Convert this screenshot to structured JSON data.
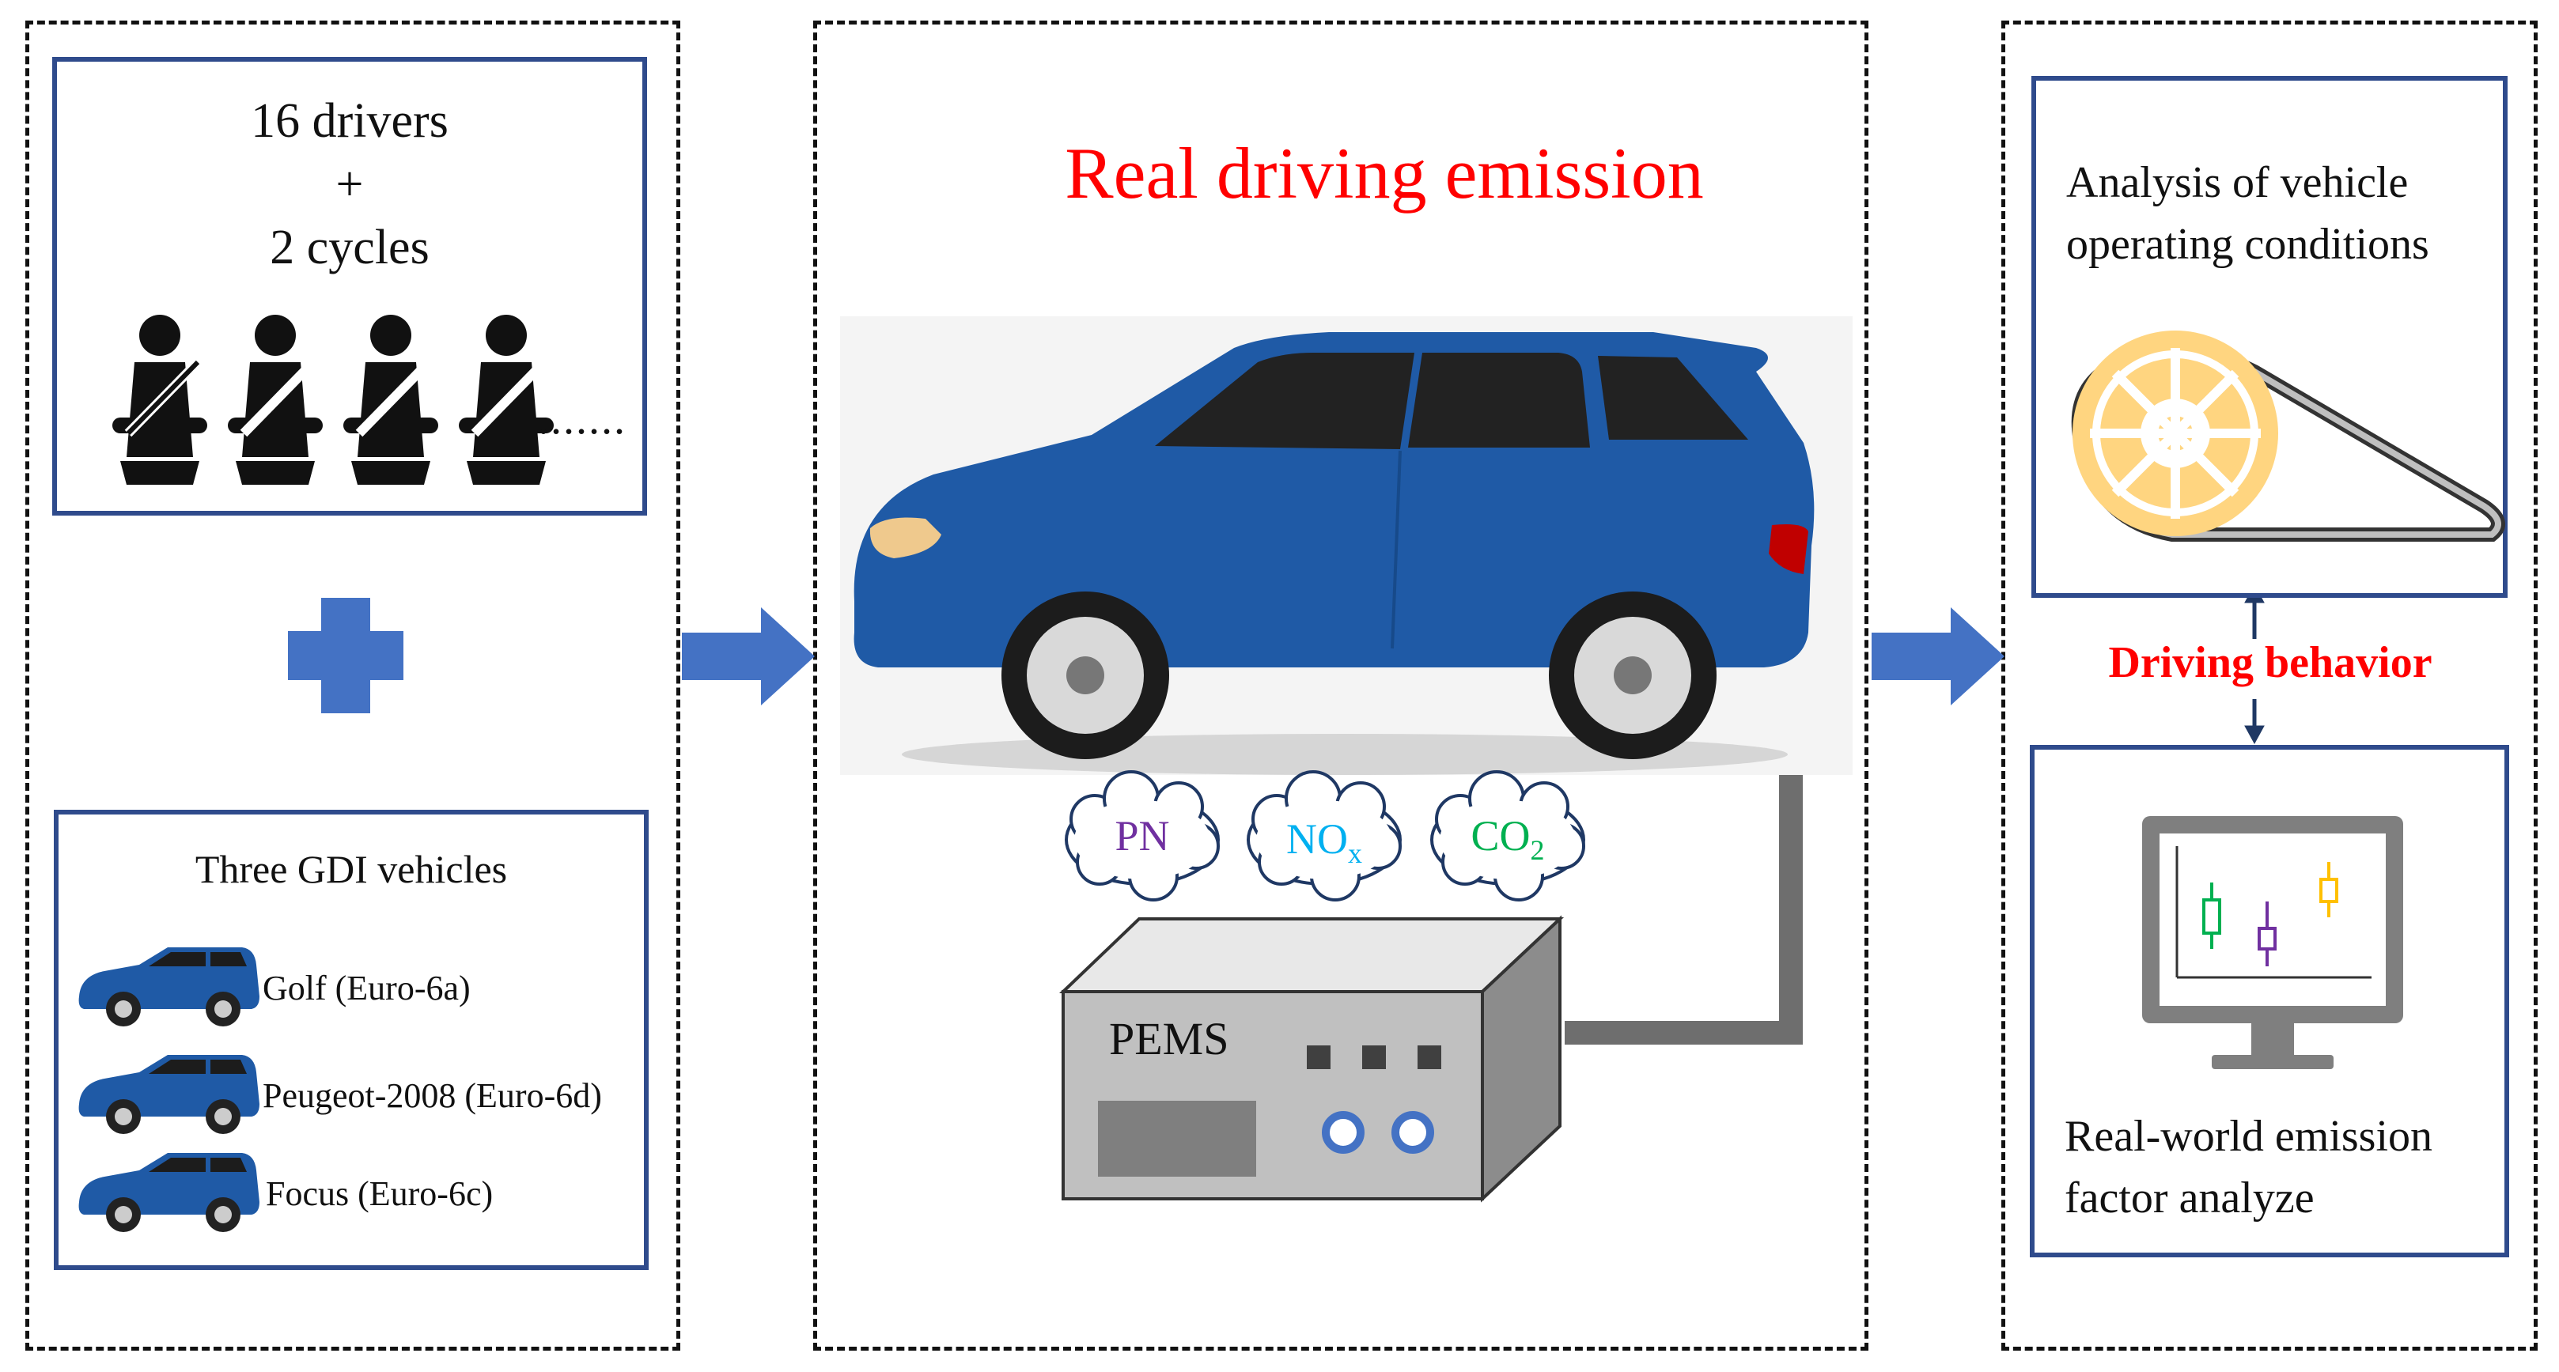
{
  "left": {
    "drivers": {
      "line1": "16 drivers",
      "line2": "+",
      "line3": "2 cycles",
      "ellipsis": "......."
    },
    "vehicles": {
      "title": "Three GDI vehicles",
      "items": [
        {
          "label": "Golf (Euro-6a)"
        },
        {
          "label": "Peugeot-2008 (Euro-6d)"
        },
        {
          "label": "Focus (Euro-6c)"
        }
      ]
    }
  },
  "middle": {
    "title": "Real driving emission",
    "emissions": {
      "pn": "PN",
      "nox": {
        "base": "NO",
        "sub": "x"
      },
      "co2": {
        "base": "CO",
        "sub": "2"
      }
    },
    "pems_label": "PEMS"
  },
  "right": {
    "top_text": {
      "line1": "Analysis of vehicle",
      "line2": "operating conditions"
    },
    "middle_label": "Driving behavior",
    "bottom_text": {
      "line1": "Real-world emission",
      "line2": "factor analyze"
    }
  },
  "colors": {
    "title_red": "#ff0000",
    "box_blue": "#2f4b8c",
    "arrow_blue": "#4472c4",
    "car_blue": "#1f5aa6",
    "pn_purple": "#7030a0",
    "nox_cyan": "#00b0f0",
    "co2_green": "#00b050"
  }
}
